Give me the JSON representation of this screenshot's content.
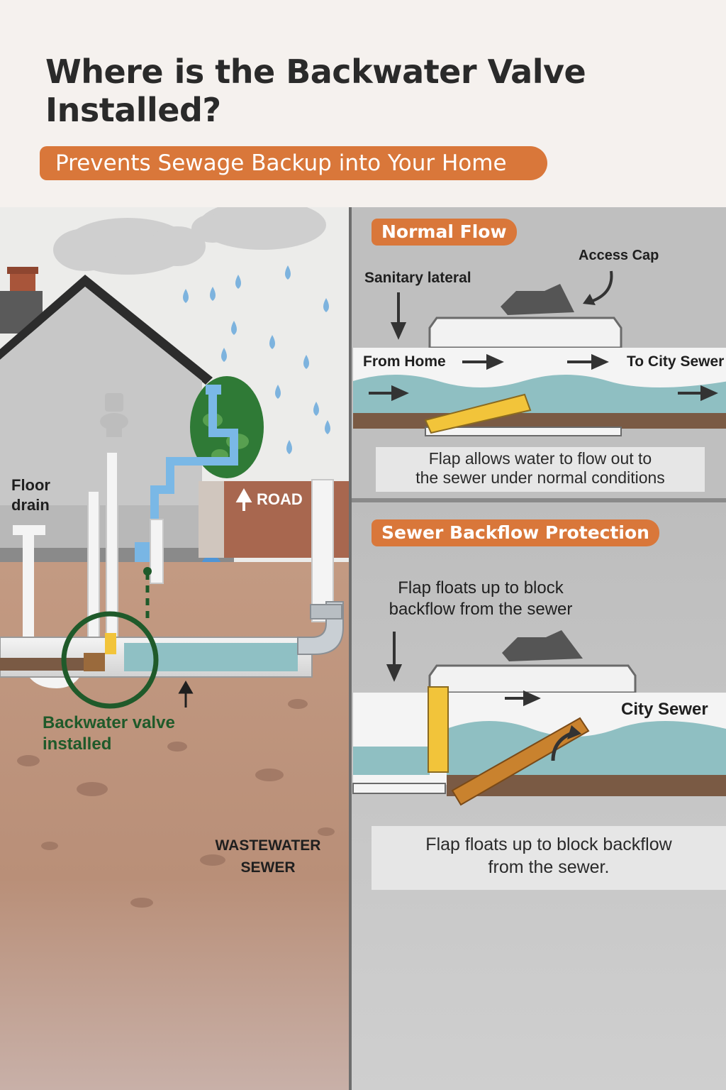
{
  "header": {
    "title": "Where is the Backwater Valve Installed?",
    "subtitle": "Prevents Sewage Backup into Your  Home"
  },
  "house_panel": {
    "floor_drain_line1": "Floor",
    "floor_drain_line2": "drain",
    "road_label": "ROAD",
    "valve_label_line1": "Backwater valve",
    "valve_label_line2": "installed",
    "sewer_label_line1": "WASTEWATER",
    "sewer_label_line2": "SEWER"
  },
  "normal_flow": {
    "tag": "Normal Flow",
    "access_cap": "Access Cap",
    "sanitary_lateral": "Sanitary lateral",
    "from_home": "From Home",
    "to_city_sewer": "To City Sewer",
    "caption_line1": "Flap allows water to flow out to",
    "caption_line2": "the sewer under normal conditions"
  },
  "backflow": {
    "tag": "Sewer Backflow Protection",
    "note_line1": "Flap floats up to block",
    "note_line2": "backflow from the sewer",
    "city_sewer": "City Sewer",
    "caption_line1": "Flap floats up to block backflow",
    "caption_line2": "from the sewer."
  },
  "colors": {
    "accent_orange": "#d9773a",
    "valve_green": "#1f5a2a",
    "soil": "#b98f78",
    "flap_yellow": "#f2c43a",
    "water": "#8fc0c4"
  }
}
